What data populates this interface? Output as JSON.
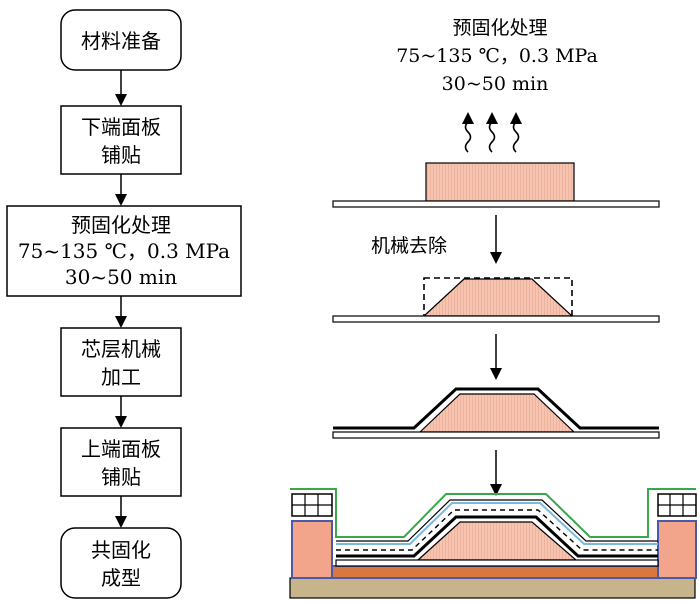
{
  "flowchart": {
    "steps": [
      {
        "lines": [
          "材料准备"
        ]
      },
      {
        "lines": [
          "下端面板",
          "铺贴"
        ]
      },
      {
        "lines": [
          "预固化处理",
          "75~135 ℃，0.3 MPa",
          "30~50 min"
        ]
      },
      {
        "lines": [
          "芯层机械",
          "加工"
        ]
      },
      {
        "lines": [
          "上端面板",
          "铺贴"
        ]
      },
      {
        "lines": [
          "共固化",
          "成型"
        ]
      }
    ]
  },
  "schematic": {
    "precure_label": [
      "预固化处理",
      "75~135 ℃，0.3 MPa",
      "30~50 min"
    ],
    "machining_label": "机械去除"
  },
  "colors": {
    "core": "#f6c4b0",
    "core_hatch": "#e8a890",
    "substrate": "#c8b48a",
    "tool_blue": "#4a5aa8",
    "bag_green": "#3aa84a",
    "film_blue": "#7ab8e0",
    "ink": "#000000"
  }
}
